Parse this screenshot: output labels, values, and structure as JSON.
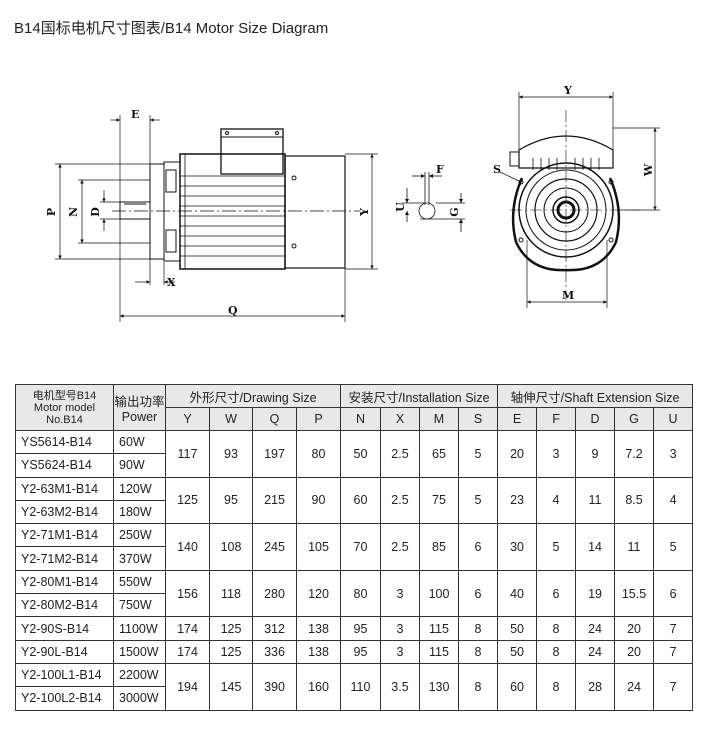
{
  "title": "B14国标电机尺寸图表/B14 Motor Size Diagram",
  "diagram_labels": {
    "E": "E",
    "P": "P",
    "N": "N",
    "D": "D",
    "X": "X",
    "Q": "Q",
    "Y_side": "Y",
    "F": "F",
    "U": "U",
    "G": "G",
    "Y_front": "Y",
    "S": "S",
    "W": "W",
    "M": "M"
  },
  "table": {
    "header": {
      "model": [
        "电机型号B14",
        "Motor model",
        "No.B14"
      ],
      "power": [
        "输出功率",
        "Power"
      ],
      "groups": [
        {
          "label": "外形尺寸/Drawing Size",
          "cols": [
            "Y",
            "W",
            "Q",
            "P"
          ]
        },
        {
          "label": "安装尺寸/Installation Size",
          "cols": [
            "N",
            "X",
            "M",
            "S"
          ]
        },
        {
          "label": "轴伸尺寸/Shaft Extension Size",
          "cols": [
            "E",
            "F",
            "D",
            "G",
            "U"
          ]
        }
      ]
    },
    "rows": [
      {
        "models": [
          {
            "model": "YS5614-B14",
            "power": "60W"
          },
          {
            "model": "YS5624-B14",
            "power": "90W"
          }
        ],
        "dims": [
          "117",
          "93",
          "197",
          "80",
          "50",
          "2.5",
          "65",
          "5",
          "20",
          "3",
          "9",
          "7.2",
          "3"
        ]
      },
      {
        "models": [
          {
            "model": "Y2-63M1-B14",
            "power": "120W"
          },
          {
            "model": "Y2-63M2-B14",
            "power": "180W"
          }
        ],
        "dims": [
          "125",
          "95",
          "215",
          "90",
          "60",
          "2.5",
          "75",
          "5",
          "23",
          "4",
          "11",
          "8.5",
          "4"
        ]
      },
      {
        "models": [
          {
            "model": "Y2-71M1-B14",
            "power": "250W"
          },
          {
            "model": "Y2-71M2-B14",
            "power": "370W"
          }
        ],
        "dims": [
          "140",
          "108",
          "245",
          "105",
          "70",
          "2.5",
          "85",
          "6",
          "30",
          "5",
          "14",
          "11",
          "5"
        ]
      },
      {
        "models": [
          {
            "model": "Y2-80M1-B14",
            "power": "550W"
          },
          {
            "model": "Y2-80M2-B14",
            "power": "750W"
          }
        ],
        "dims": [
          "156",
          "118",
          "280",
          "120",
          "80",
          "3",
          "100",
          "6",
          "40",
          "6",
          "19",
          "15.5",
          "6"
        ]
      },
      {
        "models": [
          {
            "model": "Y2-90S-B14",
            "power": "1100W"
          }
        ],
        "dims": [
          "174",
          "125",
          "312",
          "138",
          "95",
          "3",
          "115",
          "8",
          "50",
          "8",
          "24",
          "20",
          "7"
        ]
      },
      {
        "models": [
          {
            "model": "Y2-90L-B14",
            "power": "1500W"
          }
        ],
        "dims": [
          "174",
          "125",
          "336",
          "138",
          "95",
          "3",
          "115",
          "8",
          "50",
          "8",
          "24",
          "20",
          "7"
        ]
      },
      {
        "models": [
          {
            "model": "Y2-100L1-B14",
            "power": "2200W"
          },
          {
            "model": "Y2-100L2-B14",
            "power": "3000W"
          }
        ],
        "dims": [
          "194",
          "145",
          "390",
          "160",
          "110",
          "3.5",
          "130",
          "8",
          "60",
          "8",
          "28",
          "24",
          "7"
        ]
      }
    ]
  }
}
